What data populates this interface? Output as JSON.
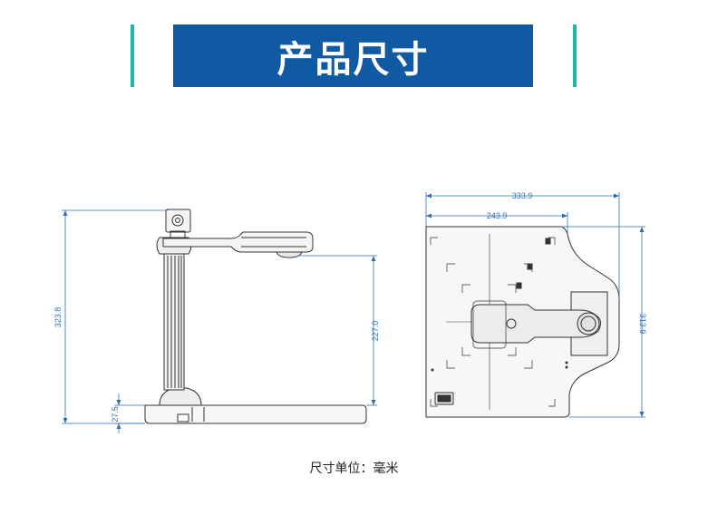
{
  "header": {
    "title": "产品尺寸",
    "title_bg_color": "#0f5aa3",
    "accent_color": "#1bb8a6"
  },
  "side_view": {
    "dim_total_height": "323.8",
    "dim_camera_height": "227.0",
    "dim_base_height": "27.5"
  },
  "top_view": {
    "dim_total_width": "333.9",
    "dim_inner_width": "243.9",
    "dim_depth": "313.9"
  },
  "colors": {
    "dimension_line": "#2f6fb5",
    "outline": "#333333"
  },
  "footer": {
    "unit_note": "尺寸单位：毫米"
  }
}
